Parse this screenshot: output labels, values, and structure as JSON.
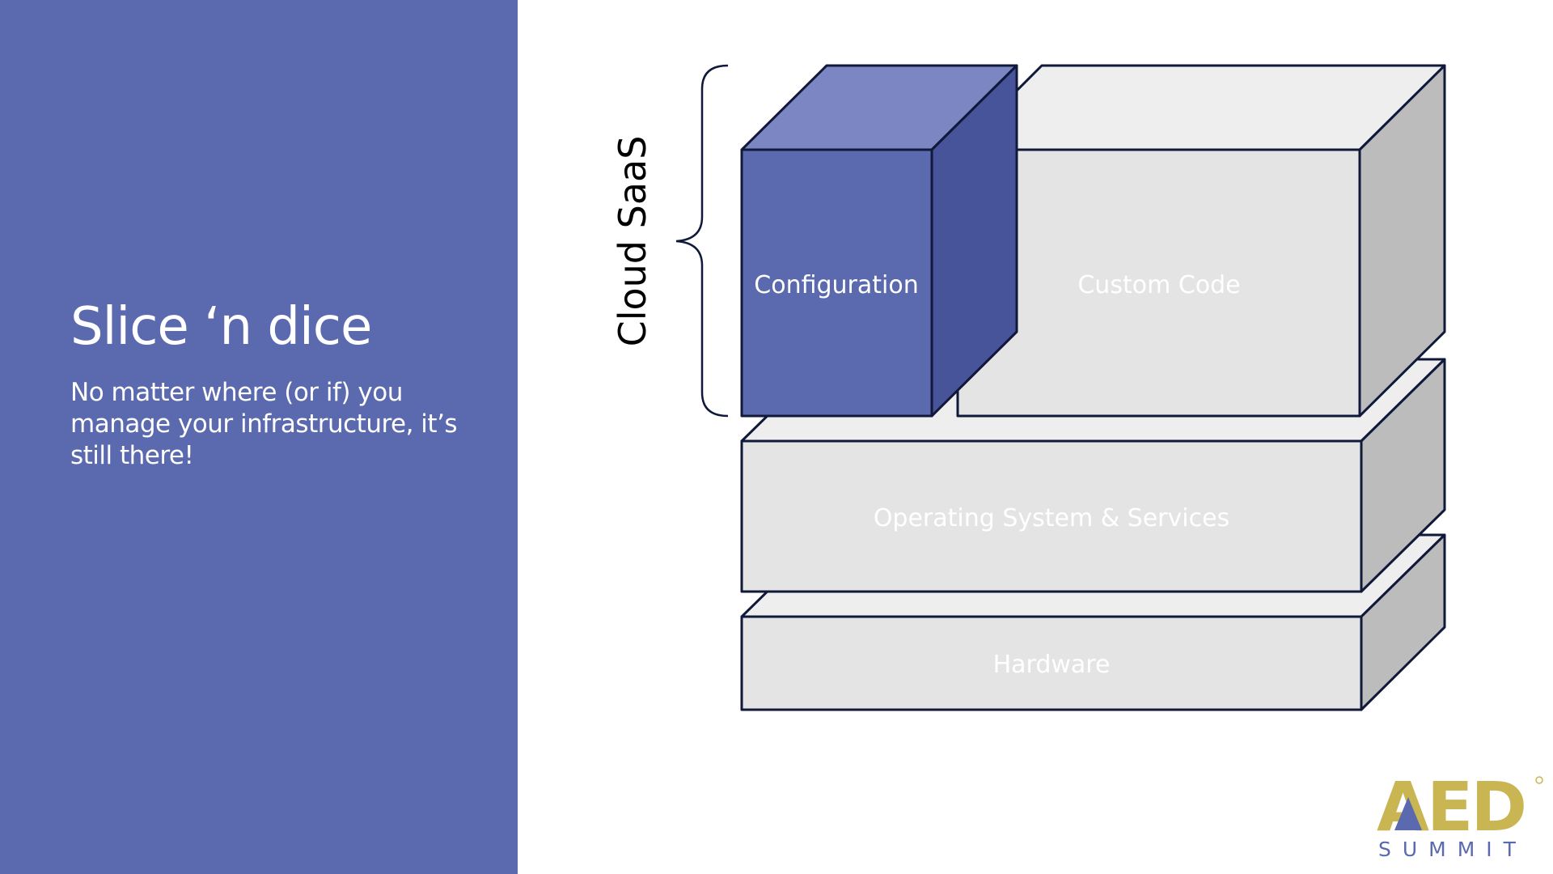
{
  "slide": {
    "title": "Slice ‘n dice",
    "subtitle": "No matter where (or if) you manage your infrastructure, it’s still there!"
  },
  "diagram": {
    "bracket_label": "Cloud SaaS",
    "layers": {
      "configuration": "Configuration",
      "custom_code": "Custom Code",
      "os_services": "Operating System & Services",
      "hardware": "Hardware"
    },
    "colors": {
      "accent": "#5b6aaf",
      "accent_top": "#7b86c3",
      "accent_side": "#47549a",
      "gray_front": "#e4e4e4",
      "gray_top": "#eeeeee",
      "gray_side": "#bcbcbc",
      "outline": "#10193a"
    }
  },
  "logo": {
    "wordmark": "AED",
    "tagline": "SUMMIT",
    "colors": {
      "gold": "#c9b552",
      "blue": "#5b6aaf"
    }
  }
}
